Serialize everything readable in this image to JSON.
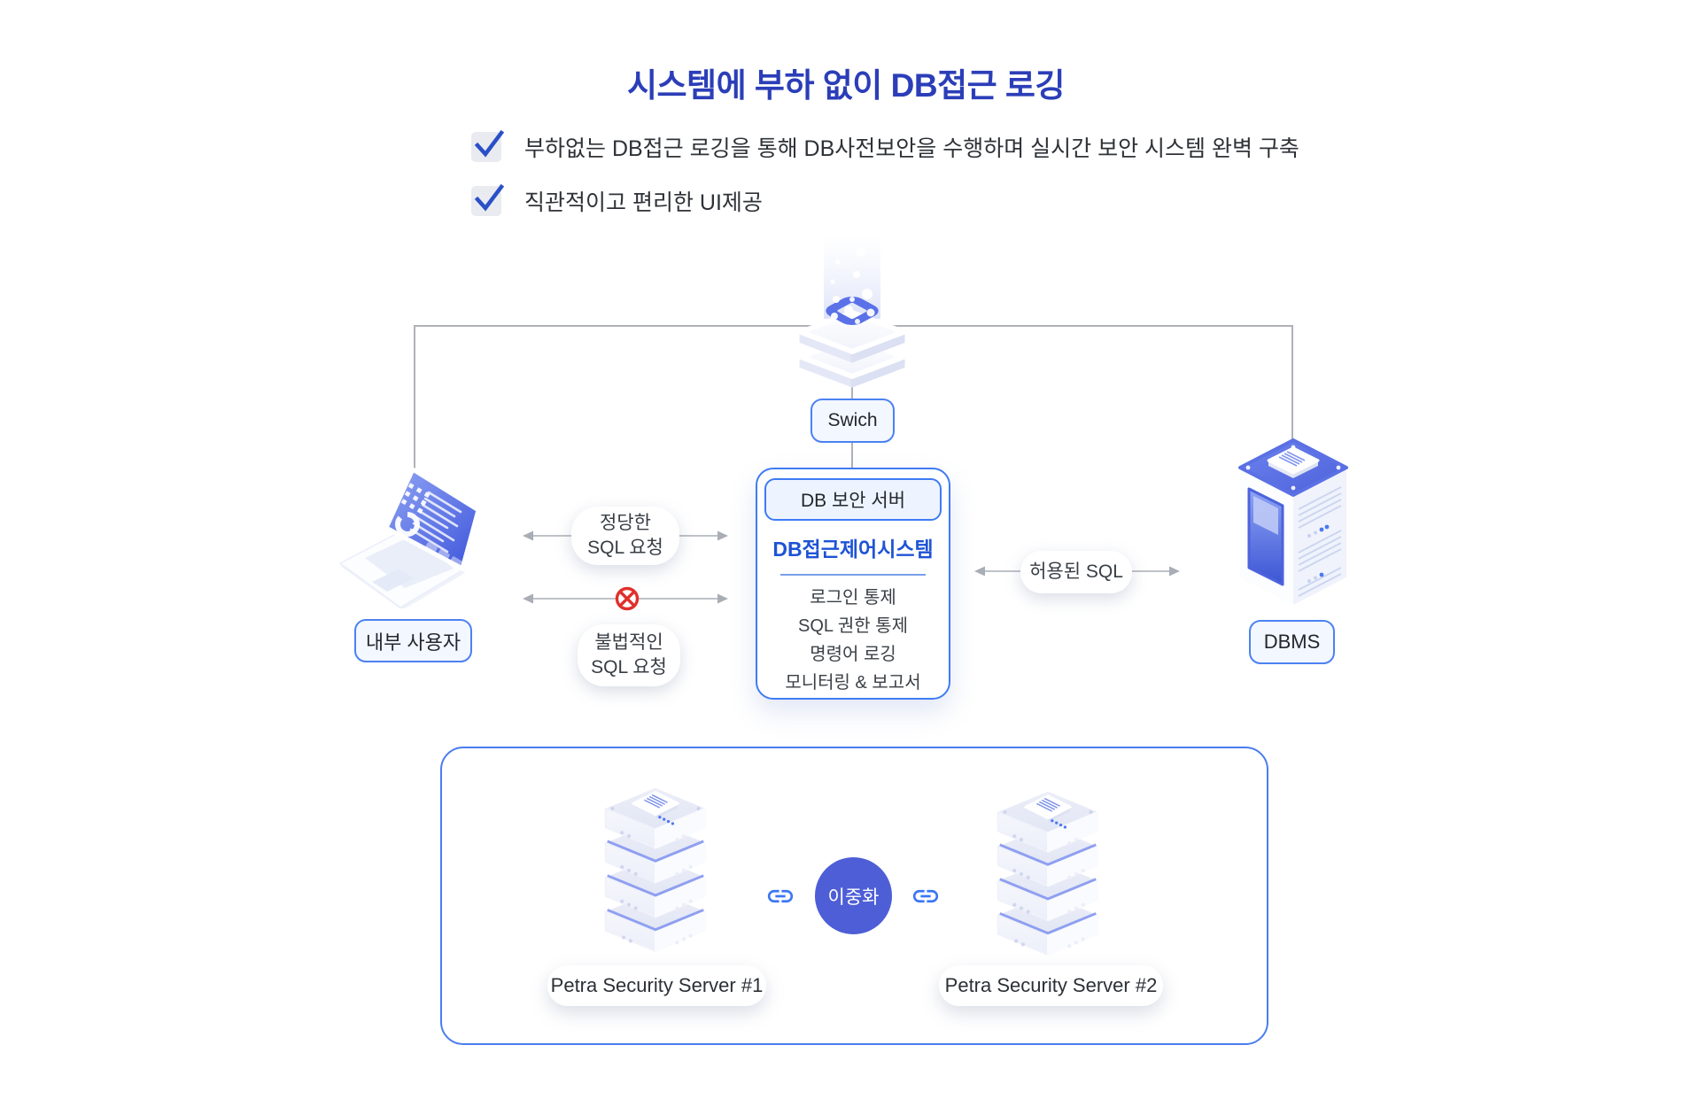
{
  "header": {
    "title": "시스템에 부하 없이 DB접근 로깅",
    "bullets": [
      {
        "text": "부하없는 DB접근 로깅을 통해 DB사전보안을 수행하며 실시간 보안 시스템 완벽 구축"
      },
      {
        "text": "직관적이고 편리한 UI제공"
      }
    ]
  },
  "diagram": {
    "switch": {
      "label": "Swich"
    },
    "internal_user": {
      "label": "내부 사용자"
    },
    "dbms": {
      "label": "DBMS"
    },
    "security_server_box": {
      "title": "DB 보안 서버",
      "system_name": "DB접근제어시스템",
      "features": [
        "로그인 통제",
        "SQL 권한 통제",
        "명령어 로깅",
        "모니터링 & 보고서"
      ]
    },
    "flows": {
      "valid_sql": {
        "line1": "정당한",
        "line2": "SQL 요청"
      },
      "illegal_sql": {
        "line1": "불법적인",
        "line2": "SQL 요청"
      },
      "allowed_sql": {
        "label": "허용된 SQL"
      }
    }
  },
  "ha_section": {
    "redundancy_label": "이중화",
    "servers": [
      {
        "label": "Petra Security Server #1"
      },
      {
        "label": "Petra Security Server #2"
      }
    ]
  },
  "colors": {
    "title_blue": "#2b3eb8",
    "accent_border_blue": "#4b82f2",
    "system_name_blue": "#1e53d5",
    "check_blue": "#2a50c8",
    "redundancy_circle_blue": "#4d5ed6",
    "link_icon_blue": "#3b76f6",
    "blocked_red": "#e0302c",
    "connector_gray": "#aeb1b7"
  }
}
